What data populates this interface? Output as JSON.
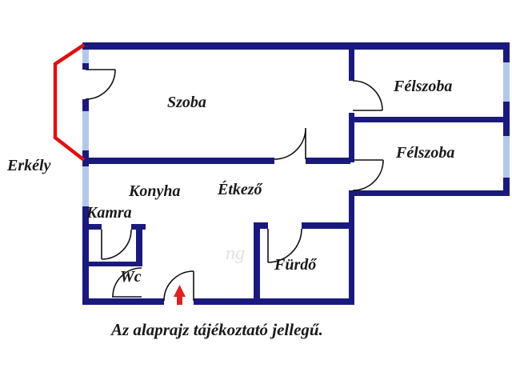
{
  "plan": {
    "caption": "Az alaprajz tájékoztató jellegű.",
    "watermark_fragment": "ng",
    "rooms": {
      "szoba": {
        "label": "Szoba"
      },
      "felszoba_1": {
        "label": "Félszoba"
      },
      "felszoba_2": {
        "label": "Félszoba"
      },
      "konyha": {
        "label": "Konyha"
      },
      "etkezo": {
        "label": "Étkező"
      },
      "kamra": {
        "label": "Kamra"
      },
      "wc": {
        "label": "Wc"
      },
      "furdo": {
        "label": "Fürdő"
      },
      "erkely": {
        "label": "Erkély"
      }
    },
    "icons": {
      "entrance_arrow": "up-arrow"
    }
  },
  "colors": {
    "wall": "#1a1a7e",
    "window": "#b3c8e8",
    "balcony": "#dd1111",
    "arrow": "#dd2222",
    "door": "#111111",
    "text": "#1a1a1a",
    "background": "#ffffff"
  }
}
